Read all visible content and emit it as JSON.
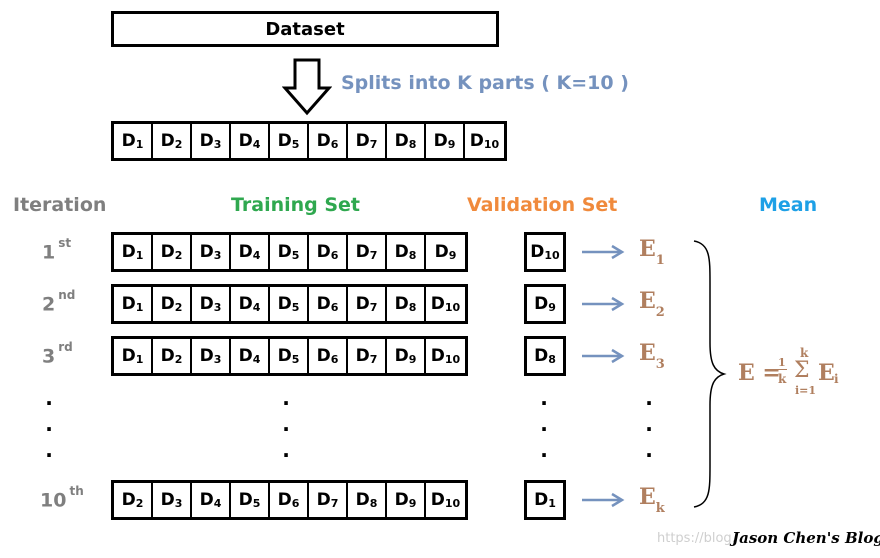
{
  "dataset": {
    "label": "Dataset"
  },
  "split": {
    "text": "Splits into K parts ( K=10 )"
  },
  "headers": {
    "iteration": "Iteration",
    "training": "Training Set",
    "validation": "Validation Set",
    "mean": "Mean"
  },
  "colors": {
    "split_text": "#7592be",
    "iteration": "#7f7f7f",
    "training": "#2fa84f",
    "validation": "#f08a3c",
    "mean": "#1ea0e6",
    "error": "#b07f5f",
    "arrow": "#7592be"
  },
  "parts": [
    "1",
    "2",
    "3",
    "4",
    "5",
    "6",
    "7",
    "8",
    "9",
    "10"
  ],
  "iterations": [
    {
      "num": "1",
      "suffix": "st",
      "train": [
        "1",
        "2",
        "3",
        "4",
        "5",
        "6",
        "7",
        "8",
        "9"
      ],
      "valid": "10",
      "error_sub": "1"
    },
    {
      "num": "2",
      "suffix": "nd",
      "train": [
        "1",
        "2",
        "3",
        "4",
        "5",
        "6",
        "7",
        "8",
        "10"
      ],
      "valid": "9",
      "error_sub": "2"
    },
    {
      "num": "3",
      "suffix": "rd",
      "train": [
        "1",
        "2",
        "3",
        "4",
        "5",
        "6",
        "7",
        "9",
        "10"
      ],
      "valid": "8",
      "error_sub": "3"
    },
    {
      "num": "10",
      "suffix": "th",
      "train": [
        "2",
        "3",
        "4",
        "5",
        "6",
        "7",
        "8",
        "9",
        "10"
      ],
      "valid": "1",
      "error_sub": "k"
    }
  ],
  "cell_letter": "D",
  "error_letter": "E",
  "formula": {
    "lhs": "E =",
    "num": "1",
    "den": "k",
    "sum_top": "k",
    "sum_bottom": "i=1",
    "term": "E",
    "term_sub": "i"
  },
  "watermark": "https://blog.",
  "blog_name": "Jason Chen's Blog"
}
